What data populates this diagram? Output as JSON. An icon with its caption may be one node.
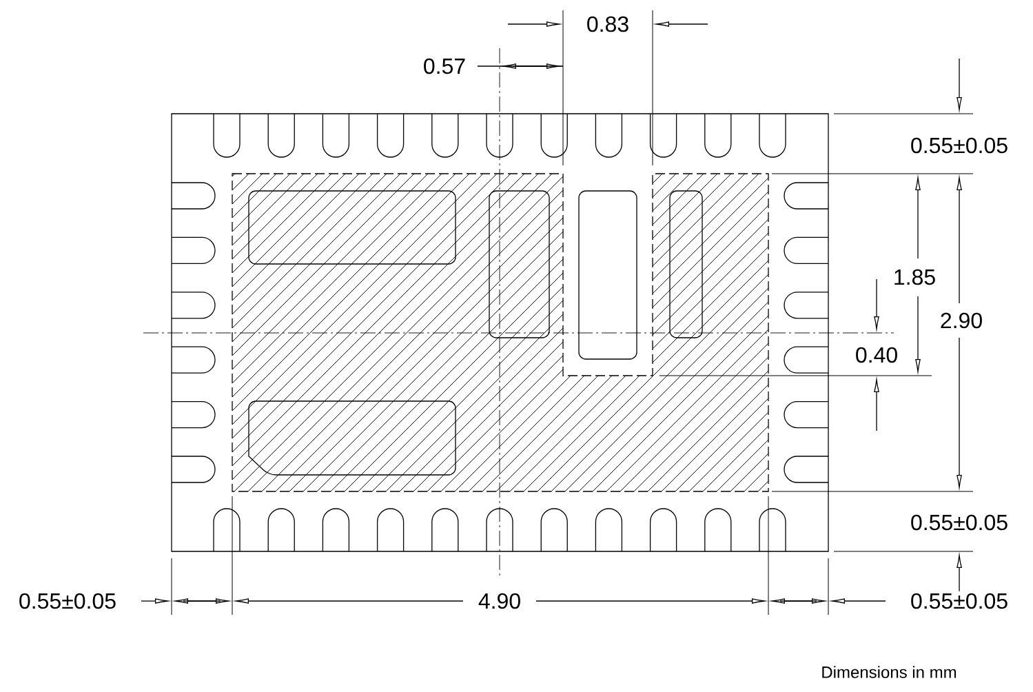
{
  "diagram": {
    "labels": [
      "0.83",
      "0.57",
      "0.55±0.05",
      "1.85",
      "2.90",
      "0.40",
      "0.55±0.05",
      "0.55±0.05",
      "4.90",
      "0.55±0.05",
      "Dimensions in mm"
    ]
  }
}
